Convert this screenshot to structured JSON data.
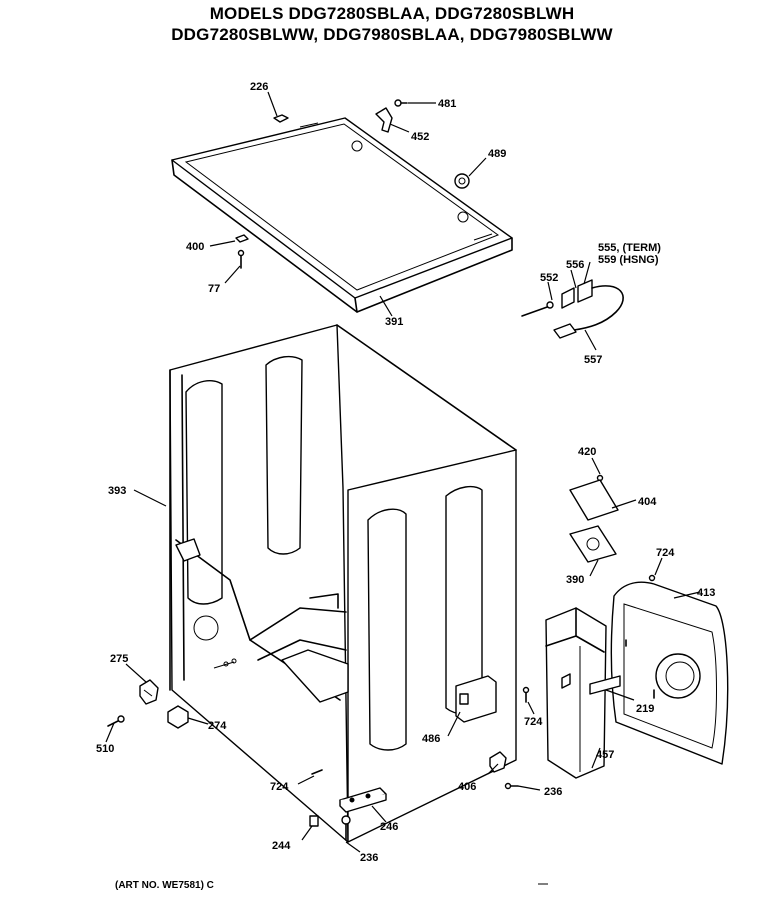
{
  "title": {
    "line1": "MODELS DDG7280SBLAA, DDG7280SBLWH",
    "line2": "DDG7280SBLWW, DDG7980SBLAA, DDG7980SBLWW"
  },
  "labels": {
    "p226": "226",
    "p481": "481",
    "p452": "452",
    "p489": "489",
    "p400": "400",
    "p77": "77",
    "p391": "391",
    "p555": "555, (TERM)",
    "p559": "559  (HSNG)",
    "p552": "552",
    "p556": "556",
    "p557": "557",
    "p393": "393",
    "p420": "420",
    "p404": "404",
    "p390": "390",
    "p724a": "724",
    "p413": "413",
    "p275": "275",
    "p274": "274",
    "p510": "510",
    "p486": "486",
    "p724b": "724",
    "p219": "219",
    "p457": "457",
    "p724c": "724",
    "p406": "406",
    "p236a": "236",
    "p246": "246",
    "p244": "244",
    "p236b": "236"
  },
  "footer": {
    "art_no": "(ART NO. WE7581) C"
  }
}
